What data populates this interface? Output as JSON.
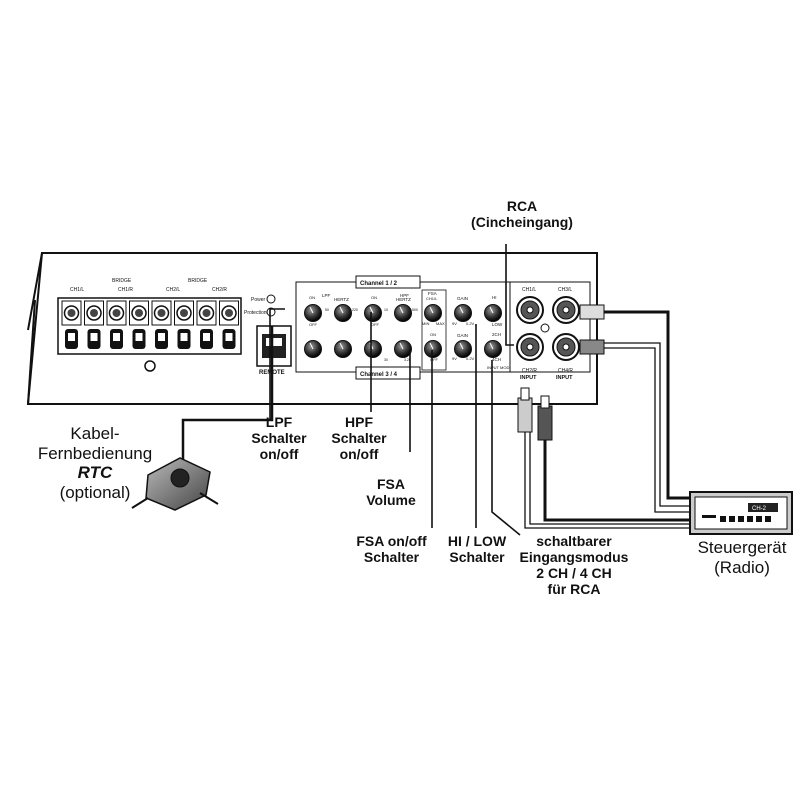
{
  "amp": {
    "channel_top": "Channel 1 / 2",
    "channel_bottom": "Channel 3 / 4",
    "bridge_left": "BRIDGE",
    "bridge_right": "BRIDGE",
    "term_ch1l": "CH1/L",
    "term_ch1r": "CH1/R",
    "term_ch2l": "CH2/L",
    "term_ch2r": "CH2/R",
    "power": "Power",
    "protection": "Protection",
    "remote": "REMOTE",
    "lpf": "LPF",
    "hpf": "HPF",
    "hertz": "HERTZ",
    "on": "ON",
    "off": "OFF",
    "fsa": "FSA",
    "fsa_ch": "CH1/L",
    "min": "MIN",
    "max": "MAX",
    "gain": "GAIN",
    "v_low": "9V",
    "v_high": "0.2V",
    "hi": "HI",
    "low": "LOW",
    "two_ch": "2CH",
    "four_ch": "4CH",
    "input_mode": "INPUT MODE",
    "rca_ch1l": "CH1/L",
    "rca_ch3l": "CH3/L",
    "rca_ch2r": "CH2/R",
    "rca_ch4r": "CH4/R",
    "input": "INPUT",
    "scale": [
      "50",
      "220",
      "10",
      "500",
      "30",
      "3.2k"
    ]
  },
  "labels": {
    "rca_title": "RCA",
    "rca_sub": "(Cincheingang)",
    "remote_line1": "Kabel-",
    "remote_line2": "Fernbedienung",
    "remote_line3": "RTC",
    "remote_line4": "(optional)",
    "lpf_line1": "LPF",
    "lpf_line2": "Schalter",
    "lpf_line3": "on/off",
    "hpf_line1": "HPF",
    "hpf_line2": "Schalter",
    "hpf_line3": "on/off",
    "fsa_vol_line1": "FSA",
    "fsa_vol_line2": "Volume",
    "fsa_sw_line1": "FSA on/off",
    "fsa_sw_line2": "Schalter",
    "hilow_line1": "HI / LOW",
    "hilow_line2": "Schalter",
    "mode_line1": "schaltbarer",
    "mode_line2": "Eingangsmodus",
    "mode_line3": "2 CH / 4 CH",
    "mode_line4": "für RCA",
    "head_line1": "Steuergerät",
    "head_line2": "(Radio)",
    "head_display": "CH-2"
  }
}
